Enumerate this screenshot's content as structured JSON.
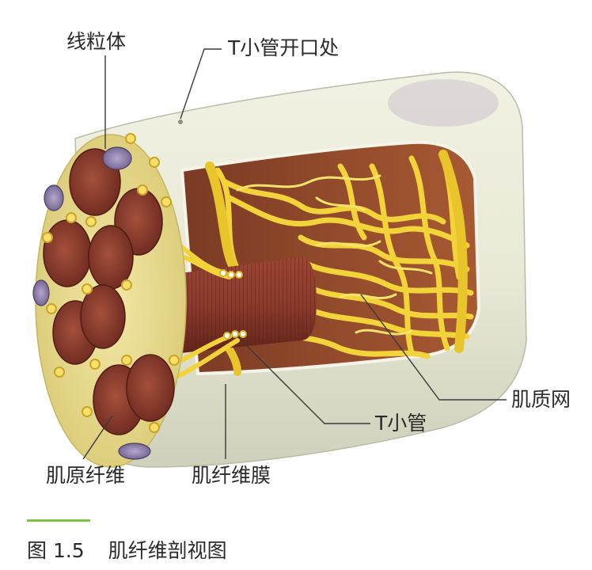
{
  "labels": {
    "mitochondria": "线粒体",
    "t_tubule_opening": "T小管开口处",
    "sarcoplasmic_reticulum": "肌质网",
    "t_tubule": "T小管",
    "myofibril": "肌原纤维",
    "sarcolemma": "肌纤维膜"
  },
  "caption": {
    "figure_number": "图 1.5",
    "title": "肌纤维剖视图"
  },
  "colors": {
    "membrane": "#e9ead8",
    "myofibril": "#8a3a2c",
    "reticulum": "#f2d43a",
    "mitochondria": "#8a7aa8",
    "caption_rule": "#7cc243"
  }
}
